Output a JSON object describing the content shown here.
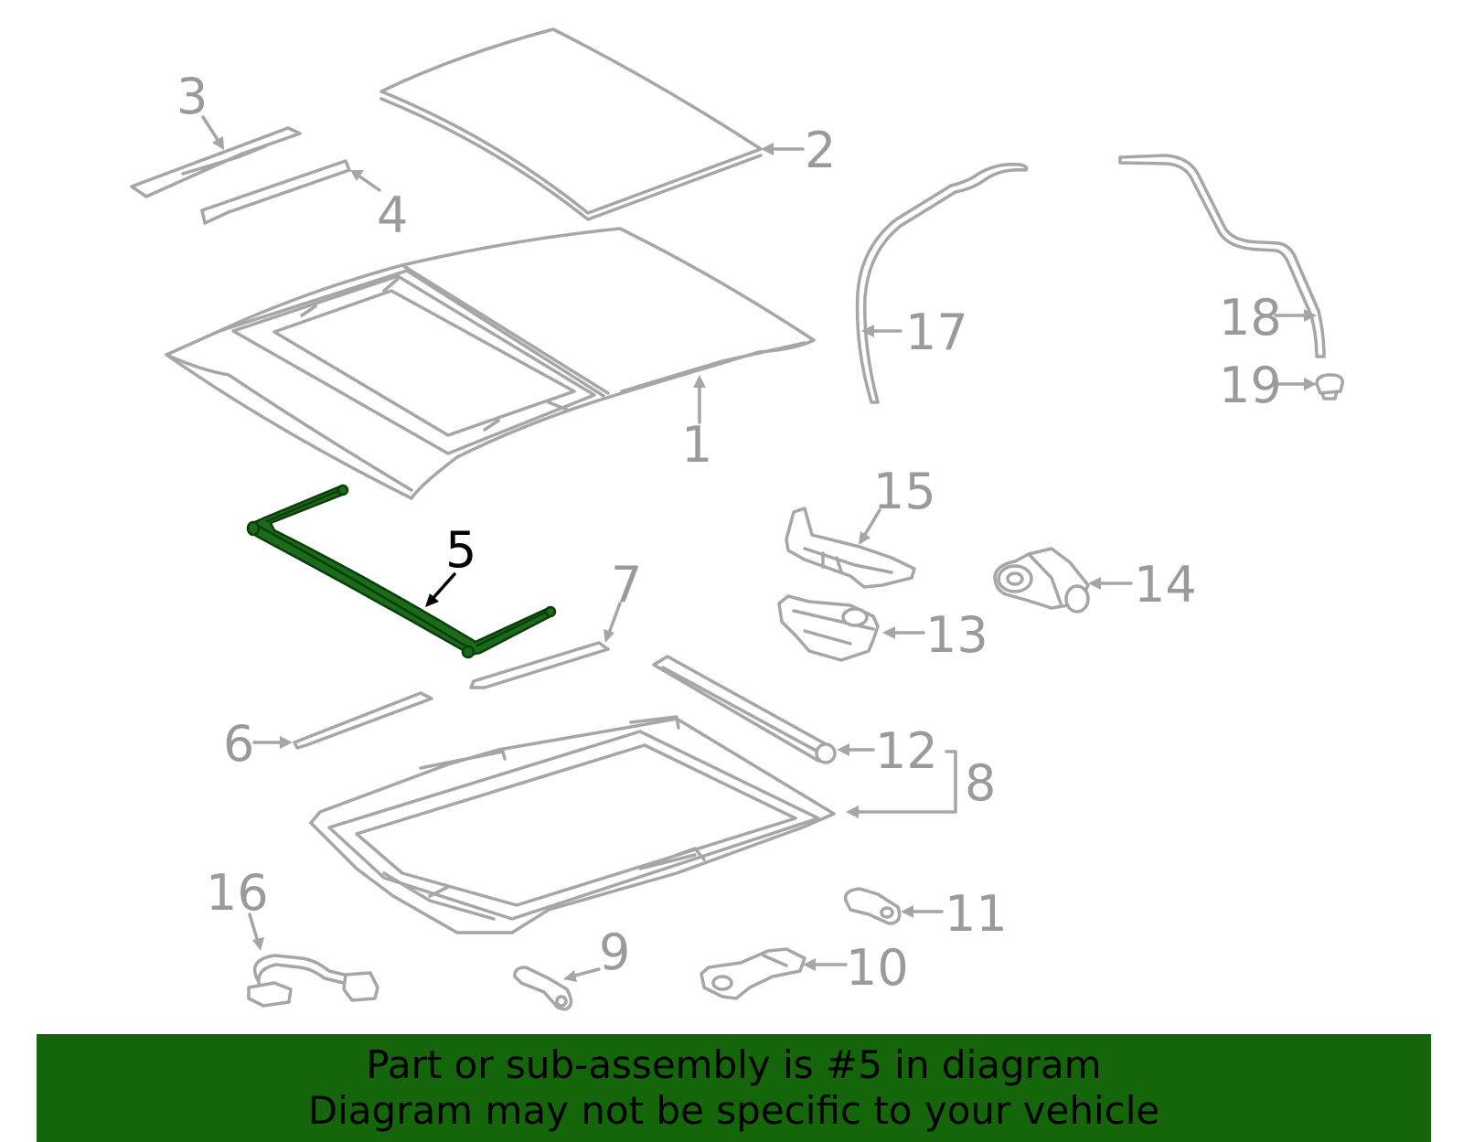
{
  "diagram": {
    "highlight_color": "#1a6b1a",
    "line_color": "#a6a6a6",
    "label_color": "#9a9a9a",
    "highlighted_callout": "5",
    "callouts": {
      "c1": "1",
      "c2": "2",
      "c3": "3",
      "c4": "4",
      "c5": "5",
      "c6": "6",
      "c7": "7",
      "c8": "8",
      "c9": "9",
      "c10": "10",
      "c11": "11",
      "c12": "12",
      "c13": "13",
      "c14": "14",
      "c15": "15",
      "c16": "16",
      "c17": "17",
      "c18": "18",
      "c19": "19"
    }
  },
  "banner": {
    "background": "#15650b",
    "line1": "Part or sub-assembly is #5 in diagram",
    "line2": "Diagram may not be specific to your vehicle"
  }
}
